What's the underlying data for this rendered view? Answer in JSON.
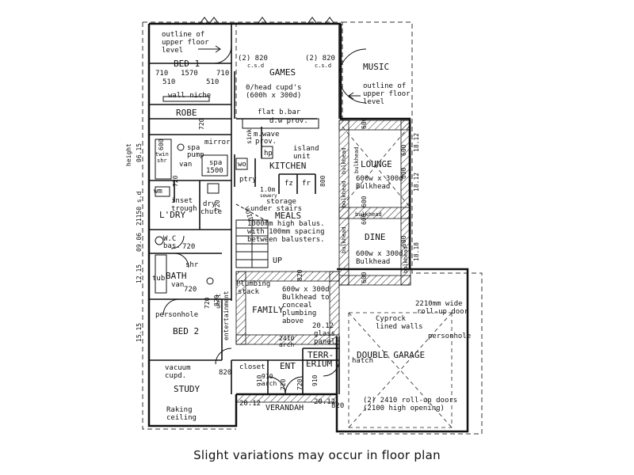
{
  "caption": "Slight variations may occur in floor plan",
  "rooms": {
    "bed1": "BED 1",
    "robe": "ROBE",
    "games": "GAMES",
    "music": "MUSIC",
    "lounge": "LOUNGE",
    "dine": "DINE",
    "kitchen": "KITCHEN",
    "meals": "MEALS",
    "ldry": "L'DRY",
    "bath": "BATH",
    "family": "FAMILY",
    "bed2": "BED 2",
    "study": "STUDY",
    "ent": "ENT",
    "terr1": "TERR-",
    "terr2": "ERIUM",
    "garage": "DOUBLE GARAGE",
    "veranda": "VERANDAH"
  },
  "notes": {
    "outline_left_1": "outline of",
    "outline_left_2": "upper floor",
    "outline_left_3": "level",
    "outline_right_1": "outline of",
    "outline_right_2": "upper floor",
    "outline_right_3": "level",
    "csd1_top": "(2) 820",
    "csd1_bot": "c.s.d",
    "csd2_top": "(2) 820",
    "csd2_bot": "c.s.d",
    "dim_710a": "710",
    "dim_1570": "1570",
    "dim_710b": "710",
    "dim_510a": "510",
    "dim_510b": "510",
    "wall_niche": "wall niche",
    "ohead1": "0/head cupd's",
    "ohead2": "(600h x 300d)",
    "flat_bar": "flat b.bar",
    "dw_prov": "d.w prov.",
    "mirror": "mirror",
    "spa_pump1": "spa",
    "spa_pump2": "pump",
    "twin_shr1": "twin",
    "twin_shr2": "shr",
    "van1": "van",
    "spa1": "spa",
    "spa2": "1500",
    "sink": "sink",
    "mwave1": "m.wave",
    "mwave2": "prov.",
    "hp": "hp",
    "wo": "wo",
    "island1": "island",
    "island2": "unit",
    "ptry": "ptry",
    "fz": "fz",
    "fr": "fr",
    "wm": "wm",
    "d720a": "720",
    "d720b": "720",
    "d720c": "720",
    "d720d": "720",
    "d720e": "720",
    "d720f": "720",
    "d720g": "720",
    "d720h": "720",
    "d600a": "600",
    "d600b": "600",
    "d600c": "600",
    "d600d": "600",
    "d600e": "600",
    "d600f": "600",
    "d600g": "600",
    "d600h": "600",
    "d800": "800",
    "d820a": "820",
    "d820b": "820",
    "d820c": "820",
    "d820d": "820",
    "d910a": "910",
    "d910b": "910",
    "s1": "1.0m",
    "s2": "sewery",
    "storage1": "storage",
    "storage2": "under stairs",
    "inset1": "inset",
    "inset2": "trough",
    "dry1": "dry",
    "dry2": "chute",
    "void": "VOID",
    "balus1": "1000mm high balus.",
    "balus2": "with 100mm spacing",
    "balus3": "between balusters.",
    "up": "UP",
    "wc1": "W.C",
    "wc2": "bas.",
    "shr": "shr",
    "tub": "tub",
    "van2": "van",
    "plumb1": "Plumbing",
    "plumb2": "stack",
    "ent_unit1": "entertainment",
    "ent_unit2": "unit",
    "bh_family1": "600w x 300d",
    "bh_family2": "Bulkhead to",
    "bh_family3": "conceal",
    "bh_family4": "plumbing",
    "bh_family5": "above",
    "bh_lounge1": "600w x 300d",
    "bh_lounge2": "Bulkhead",
    "bh_dine1": "600w x 300d",
    "bh_dine2": "Bulkhead",
    "bulkhead_v1": "bulkhead",
    "bulkhead_v2": "bulkhead",
    "bulkhead_v3": "bulkhead",
    "bulkhead_v4": "bulkhead",
    "bulkhead_h1": "bulkhead",
    "bulkhead_h2": "bulkhead",
    "personhole1": "personhole",
    "personhole2": "personhole",
    "rollup1": "2210mm wide",
    "rollup2": "roll-up door",
    "cyprock1": "Cyprock",
    "cyprock2": "lined walls",
    "hatch": "hatch",
    "garage_doors1": "(2) 2410 roll-up doors",
    "garage_doors2": "(2100 high opening)",
    "vacuum1": "vacuum",
    "vacuum2": "cupd.",
    "closet": "closet",
    "arch1a": "2410",
    "arch1b": "arch",
    "arch2a": "910",
    "arch2b": "arch",
    "glass1": "20.12",
    "glass2": "glass",
    "glass3": "panel",
    "raking1": "Raking",
    "raking2": "ceiling",
    "d2012a": "20.12",
    "d2012b": "20.12",
    "side_lbl1": "height",
    "side_lbl2": "06.15",
    "side_lbl3": "21150 s.d",
    "side_lbl4": "09.06",
    "side_lbl5": "12.15",
    "side_lbl6": "15.15",
    "r_lbl1": "18.12",
    "r_lbl2": "18.12",
    "r_lbl3": "18.18"
  }
}
